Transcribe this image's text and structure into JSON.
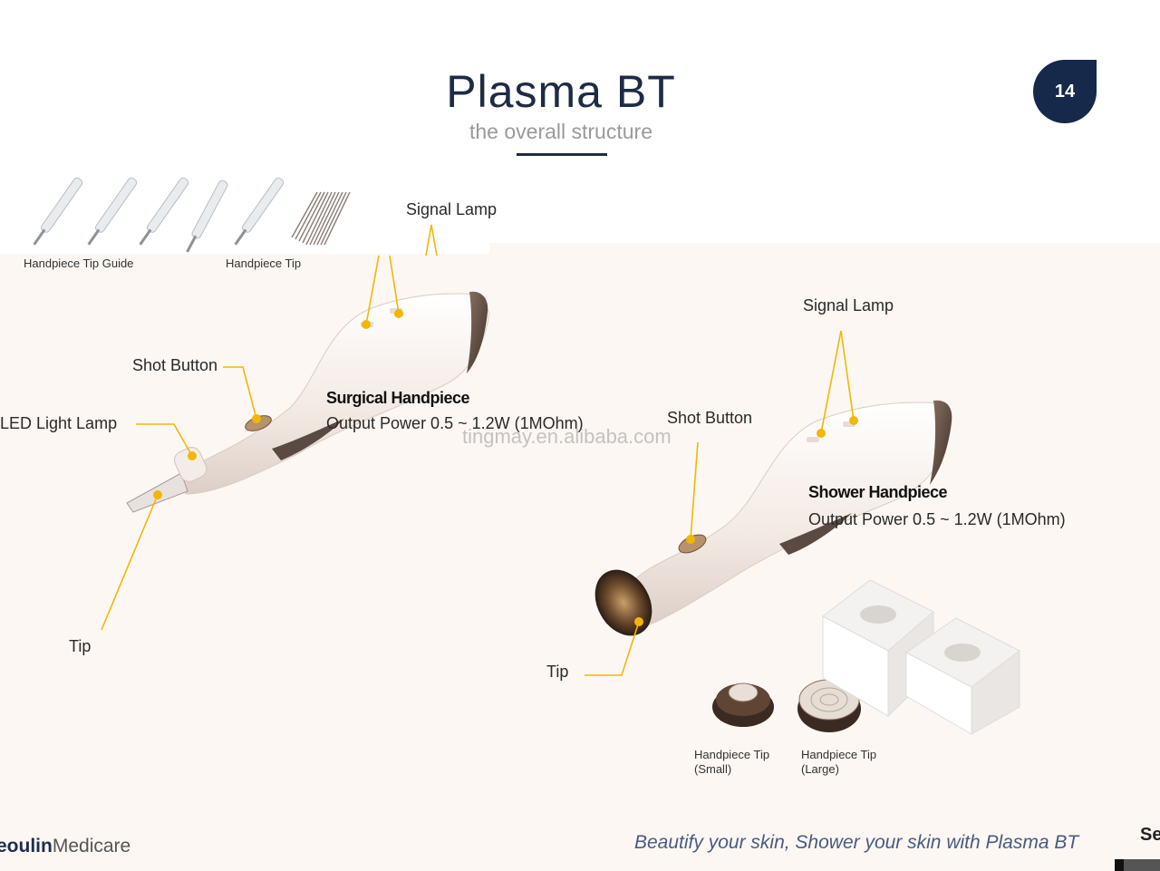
{
  "header": {
    "title": "Plasma BT",
    "subtitle": "the overall structure",
    "page_number": "14"
  },
  "accessories_top": {
    "tip_guide_label": "Handpiece Tip Guide",
    "tip_label": "Handpiece Tip"
  },
  "surgical": {
    "signal_lamp": "Signal Lamp",
    "shot_button": "Shot Button",
    "led_lamp": "LED Light Lamp",
    "tip": "Tip",
    "name": "Surgical Handpiece",
    "output": "Output Power 0.5 ~ 1.2W (1MOhm)"
  },
  "shower": {
    "signal_lamp": "Signal Lamp",
    "shot_button": "Shot Button",
    "tip": "Tip",
    "name": "Shower Handpiece",
    "output": "Output Power 0.5 ~ 1.2W (1MOhm)",
    "tip_small_line1": "Handpiece Tip",
    "tip_small_line2": "(Small)",
    "tip_large_line1": "Handpiece Tip",
    "tip_large_line2": "(Large)"
  },
  "watermark": "tingmay.en.alibaba.com",
  "footer": {
    "tagline": "Beautify your skin, Shower your skin with Plasma BT",
    "brand_bold": "eoulin",
    "brand_rest": "Medicare",
    "corner_text": "Se"
  },
  "colors": {
    "navy": "#16294a",
    "leader_line": "#f2b705",
    "handpiece_body": "#f6eee9",
    "handpiece_dark": "#5a4a42"
  }
}
